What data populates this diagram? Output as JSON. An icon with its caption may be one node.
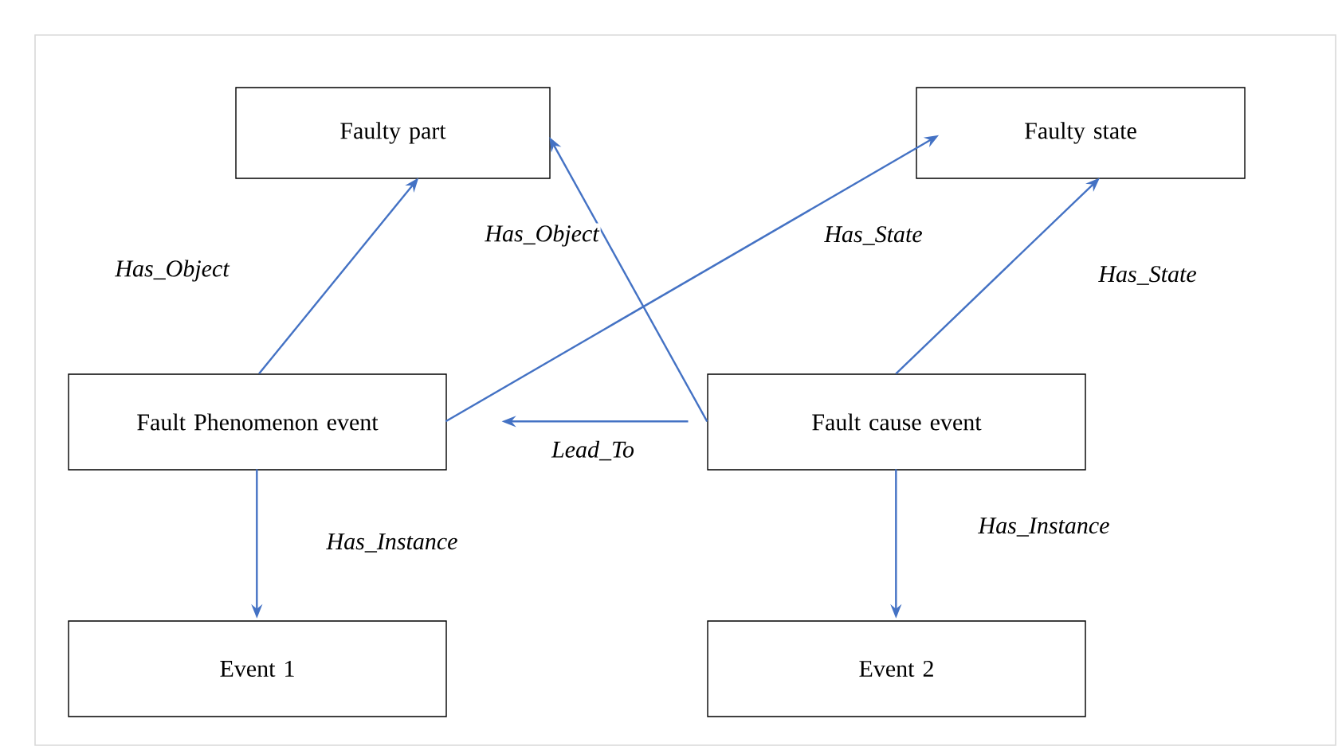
{
  "diagram": {
    "nodes": [
      {
        "text": [
          "Faulty part"
        ]
      },
      {
        "text": [
          "Faulty state"
        ]
      },
      {
        "text": [
          "Fault Phenomenon event"
        ]
      },
      {
        "text": [
          "Fault cause event"
        ]
      },
      {
        "text": [
          "Event 1"
        ]
      },
      {
        "text": [
          "Event 2"
        ]
      }
    ],
    "edges": [
      {
        "from": 2,
        "to": 0,
        "arrow": "to",
        "label": "Has_Object"
      },
      {
        "from": 2,
        "to": 1,
        "arrow": "to",
        "label": "Has_State"
      },
      {
        "from": 3,
        "to": 0,
        "arrow": "to",
        "label": "Has_Object"
      },
      {
        "from": 3,
        "to": 1,
        "arrow": "to",
        "label": "Has_State"
      },
      {
        "from": 3,
        "to": 2,
        "arrow": "to",
        "label": "Lead_To"
      },
      {
        "from": 2,
        "to": 4,
        "arrow": "to",
        "label": "Has_Instance"
      },
      {
        "from": 3,
        "to": 5,
        "arrow": "to",
        "label": "Has_Instance"
      }
    ]
  }
}
